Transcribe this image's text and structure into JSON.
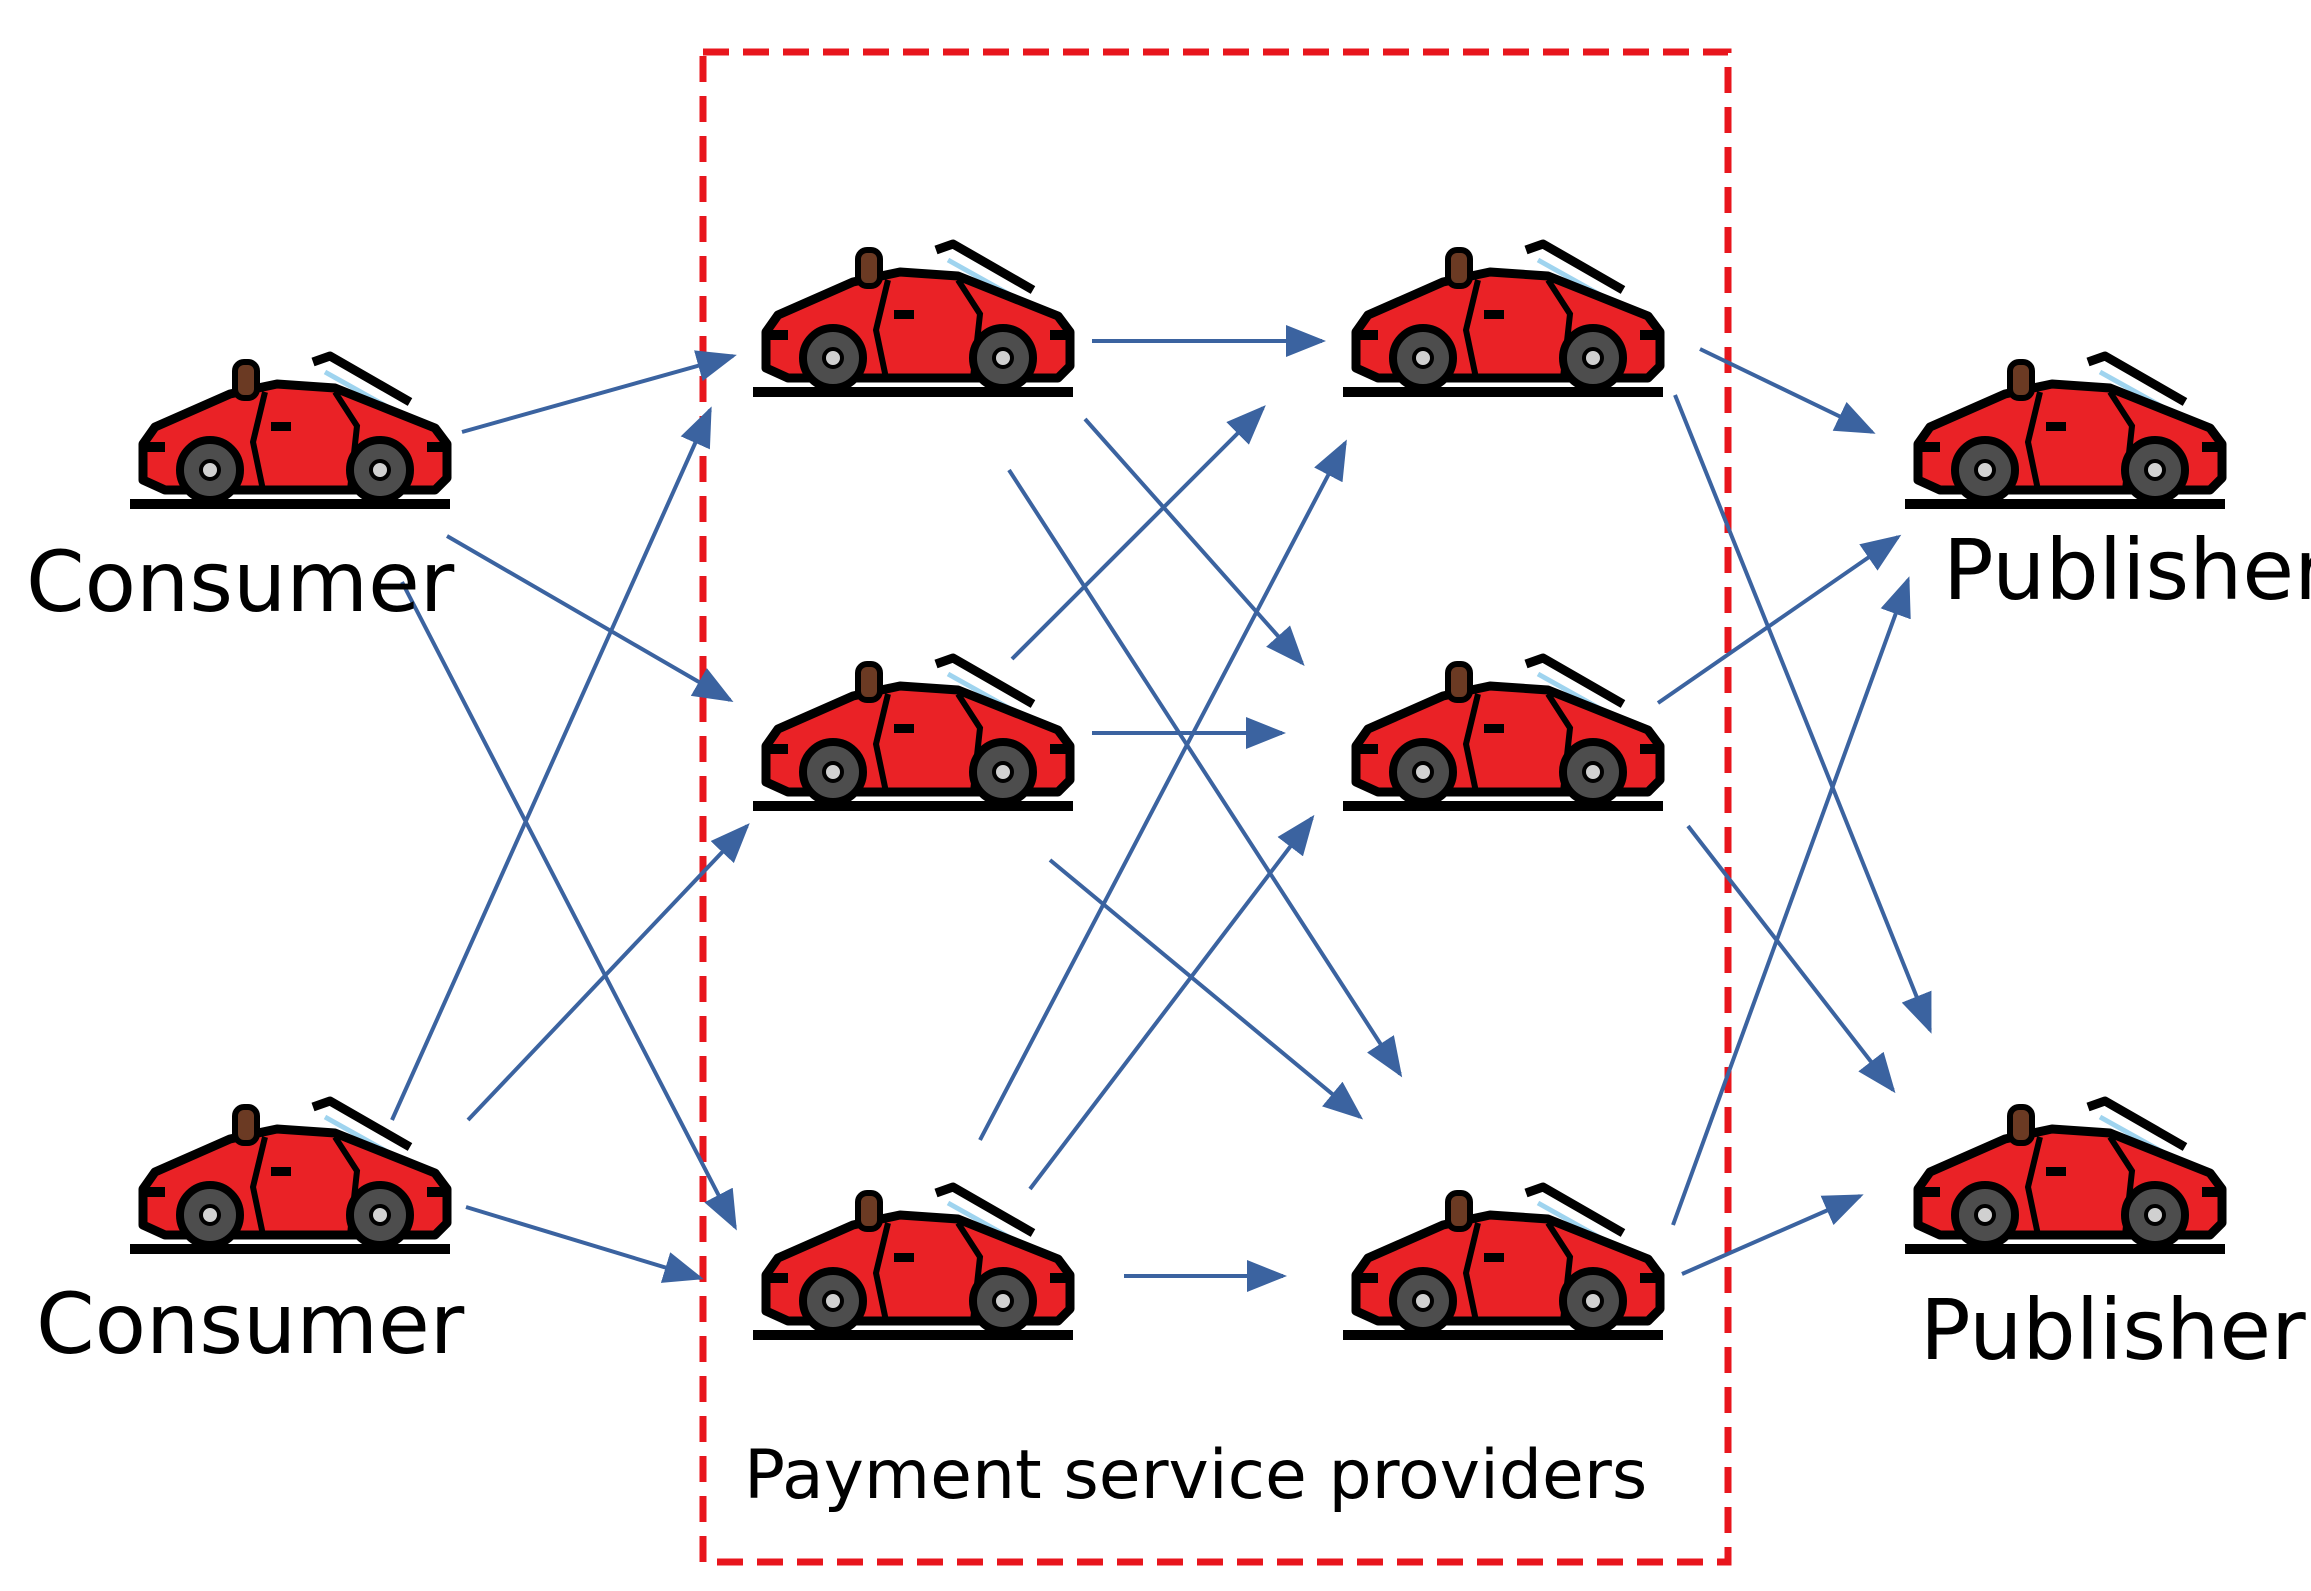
{
  "labels": {
    "consumer_top": "Consumer",
    "consumer_bottom": "Consumer",
    "publisher_top": "Publisher",
    "publisher_bottom": "Publisher",
    "payment_service_providers": "Payment service providers"
  },
  "colors": {
    "arrow": "#3b63a0",
    "dashed_box": "#e8161d",
    "car_body": "#ea2226",
    "car_outline": "#000000",
    "ground_line": "#000000",
    "seat": "#6b3a23",
    "windshield_tint": "#9fd4ef"
  },
  "icons": [
    "car-icon"
  ]
}
